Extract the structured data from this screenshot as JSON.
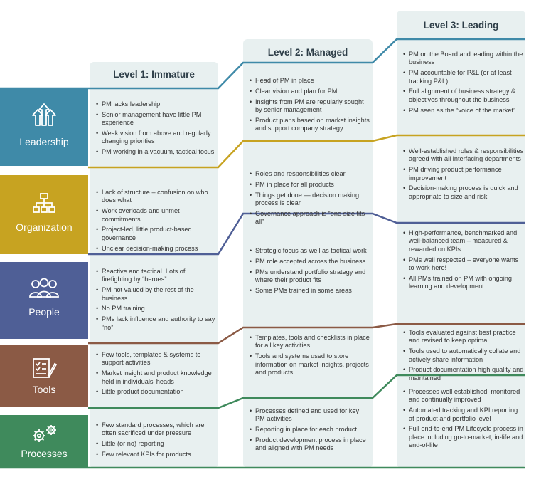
{
  "levels": {
    "l1": "Level 1: Immature",
    "l2": "Level 2: Managed",
    "l3": "Level 3: Leading"
  },
  "colors": {
    "leadership": "#3f8aa8",
    "organization": "#c7a321",
    "people": "#4f5f96",
    "tools": "#8b5a45",
    "processes": "#3f8a5c",
    "column_bg": "#e8f0f0"
  },
  "rows": {
    "leadership": {
      "label": "Leadership",
      "icon": "arrows-up-icon",
      "l1": [
        "PM lacks leadership",
        "Senior management have little PM experience",
        "Weak vision from above and regularly changing priorities",
        "PM working in a vacuum, tactical focus"
      ],
      "l2": [
        "Head of PM in place",
        "Clear vision and plan for PM",
        "Insights from PM are regularly sought by senior management",
        "Product plans based on market insights and support company strategy"
      ],
      "l3": [
        "PM on the Board and leading within the business",
        "PM accountable for P&L (or at least tracking P&L)",
        "Full alignment of business strategy & objectives throughout the business",
        "PM seen as the “voice of the market”"
      ]
    },
    "organization": {
      "label": "Organization",
      "icon": "org-chart-icon",
      "l1": [
        "Lack of structure – confusion on who does what",
        "Work overloads and unmet commitments",
        "Project-led, little product-based governance",
        "Unclear decision-making process"
      ],
      "l2": [
        "Roles and responsibilities clear",
        "PM in place for all products",
        "Things get done — decision making process is clear",
        "Governance approach is “one size fits all”"
      ],
      "l3": [
        "Well-established roles & responsibilities agreed with all interfacing departments",
        "PM driving product performance improvement",
        "Decision-making process is quick and appropriate to size and risk"
      ]
    },
    "people": {
      "label": "People",
      "icon": "people-icon",
      "l1": [
        "Reactive and tactical. Lots of firefighting by “heroes”",
        "PM not valued by the rest of the business",
        "No PM training",
        "PMs lack influence and authority to say “no”"
      ],
      "l2": [
        "Strategic focus as well as tactical work",
        "PM role accepted across the business",
        "PMs understand portfolio strategy and where their product fits",
        "Some PMs trained in some areas"
      ],
      "l3": [
        "High-performance, benchmarked and well-balanced team – measured & rewarded on KPIs",
        "PMs well respected – everyone wants to work here!",
        "All PMs trained on PM with ongoing learning and development"
      ]
    },
    "tools": {
      "label": "Tools",
      "icon": "checklist-icon",
      "l1": [
        "Few tools, templates & systems to support activities",
        "Market insight and product knowledge held in individuals’ heads",
        "Little product documentation"
      ],
      "l2": [
        "Templates, tools and checklists in place for all key activities",
        "Tools and systems used to store information on market insights, projects and products"
      ],
      "l3": [
        "Tools evaluated against best practice and revised to keep optimal",
        "Tools used to automatically collate and actively share information",
        "Product documentation high quality and maintained"
      ]
    },
    "processes": {
      "label": "Processes",
      "icon": "gears-icon",
      "l1": [
        "Few standard processes, which are often sacrificed under pressure",
        "Little (or no) reporting",
        "Few relevant KPIs for products"
      ],
      "l2": [
        "Processes defined and used for key PM activities",
        "Reporting in place for each product",
        "Product development process in place and aligned with PM needs"
      ],
      "l3": [
        "Processes well established, monitored and continually improved",
        "Automated tracking and KPI reporting at product and portfolio level",
        "Full end-to-end PM Lifecycle process in place including go-to-market, in-life and end-of-life"
      ]
    }
  }
}
